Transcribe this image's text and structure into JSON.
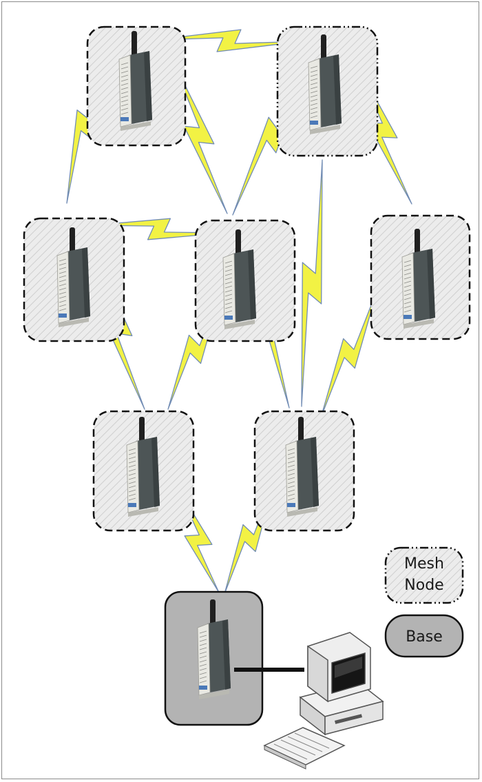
{
  "legend": {
    "mesh_label_line1": "Mesh",
    "mesh_label_line2": "Node",
    "base_label": "Base"
  },
  "colors": {
    "mesh_fill": "#ececec",
    "hatch": "#c8c8c8",
    "base_fill": "#b3b3b3",
    "bolt_fill": "#f2f23a",
    "bolt_edge": "#6a86b0",
    "device_body": "#52595a",
    "device_side": "#e8e8e2"
  }
}
